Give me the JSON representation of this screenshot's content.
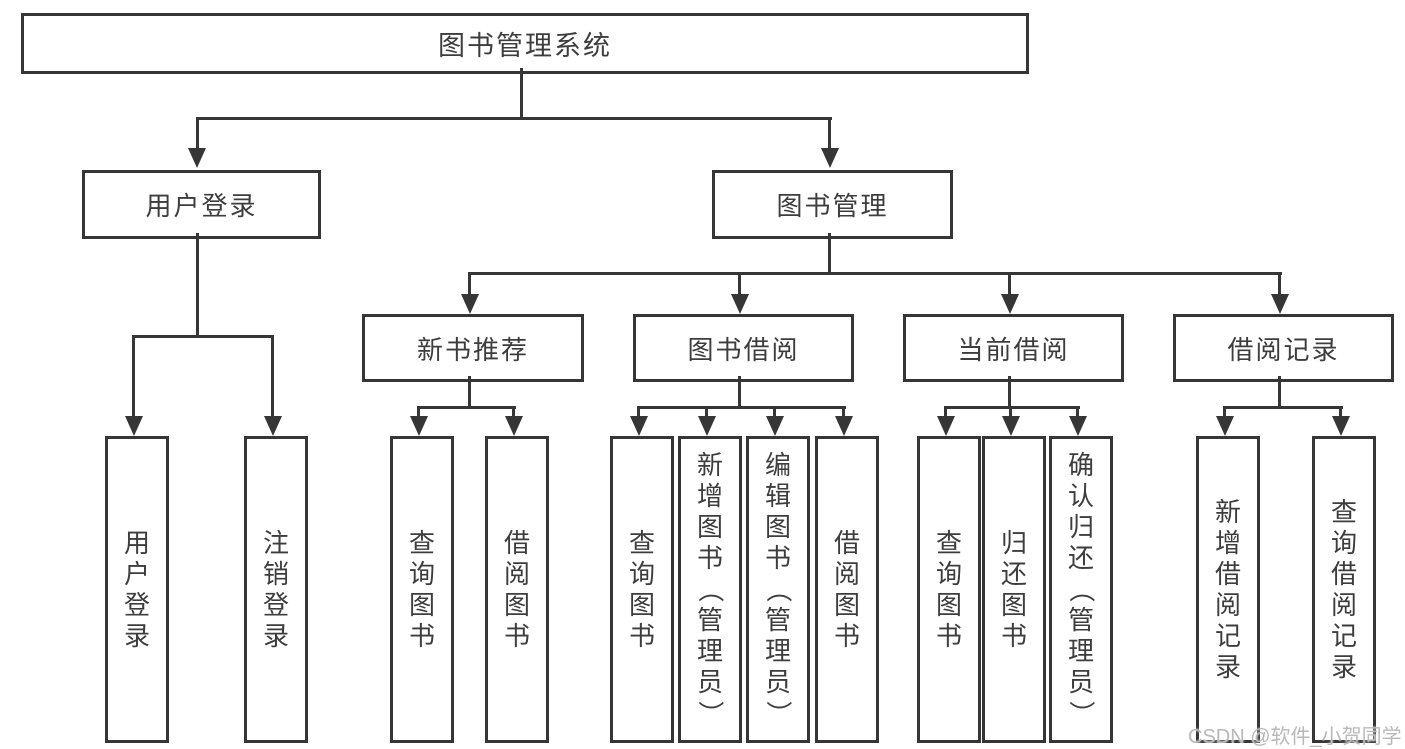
{
  "tree": {
    "root": "图书管理系统",
    "level2": {
      "user_login": "用户登录",
      "book_management": "图书管理"
    },
    "level3": {
      "new_book_recommend": "新书推荐",
      "book_borrow": "图书借阅",
      "current_borrow": "当前借阅",
      "borrow_records": "借阅记录"
    },
    "leaves": {
      "login": [
        "用户登录",
        "注销登录"
      ],
      "recommend": [
        "查询图书",
        "借阅图书"
      ],
      "borrow": [
        "查询图书",
        "新增图书（管理员）",
        "编辑图书（管理员）",
        "借阅图书"
      ],
      "current": [
        "查询图书",
        "归还图书",
        "确认归还（管理员）"
      ],
      "records": [
        "新增借阅记录",
        "查询借阅记录"
      ]
    }
  },
  "watermark": "CSDN @软件_小贺同学",
  "colors": {
    "line": "#363636",
    "text": "#3d3d3d",
    "watermark": "#b9b9b9",
    "background": "#ffffff"
  }
}
